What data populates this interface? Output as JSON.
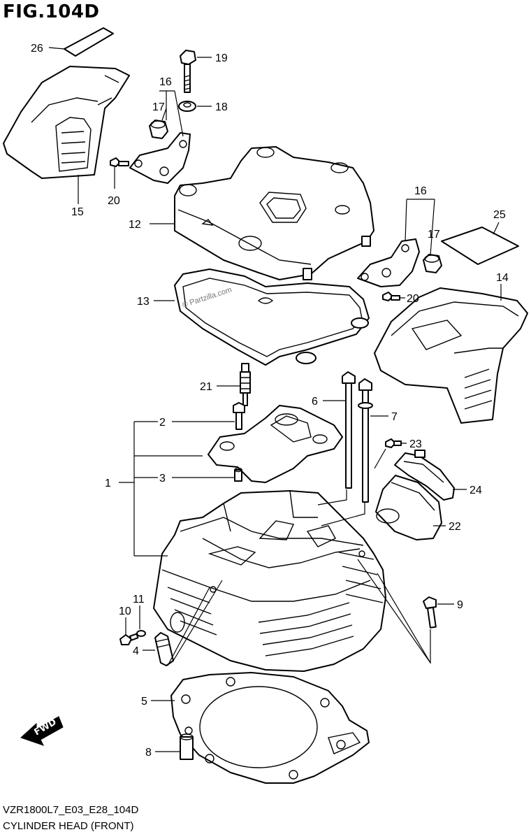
{
  "title": "FIG.104D",
  "watermark": "© Partzilla.com",
  "fwd_label": "FWD",
  "footer": {
    "code": "VZR1800L7_E03_E28_104D",
    "caption": "CYLINDER HEAD (FRONT)"
  },
  "callouts": {
    "c1": "1",
    "c2": "2",
    "c3": "3",
    "c4": "4",
    "c5": "5",
    "c6": "6",
    "c7": "7",
    "c8": "8",
    "c9": "9",
    "c10": "10",
    "c11": "11",
    "c12": "12",
    "c13": "13",
    "c14": "14",
    "c15": "15",
    "c16a": "16",
    "c16b": "16",
    "c17a": "17",
    "c17b": "17",
    "c18": "18",
    "c19": "19",
    "c20a": "20",
    "c20b": "20",
    "c21": "21",
    "c22": "22",
    "c23": "23",
    "c24": "24",
    "c25": "25",
    "c26": "26"
  }
}
